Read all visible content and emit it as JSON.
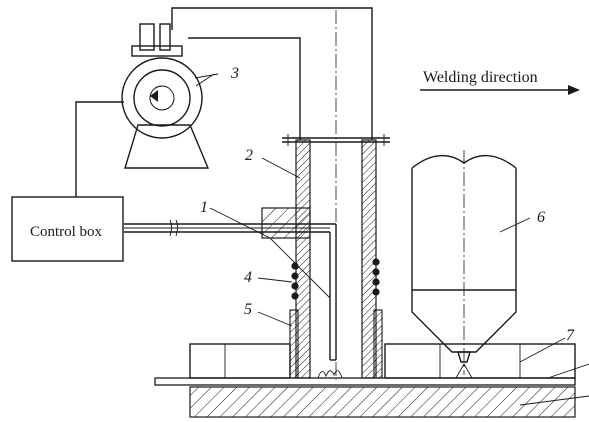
{
  "labels": {
    "welding_direction": "Welding direction",
    "control_box": "Control box",
    "n1": "1",
    "n2": "2",
    "n3": "3",
    "n4": "4",
    "n5": "5",
    "n6": "6",
    "n7": "7"
  }
}
